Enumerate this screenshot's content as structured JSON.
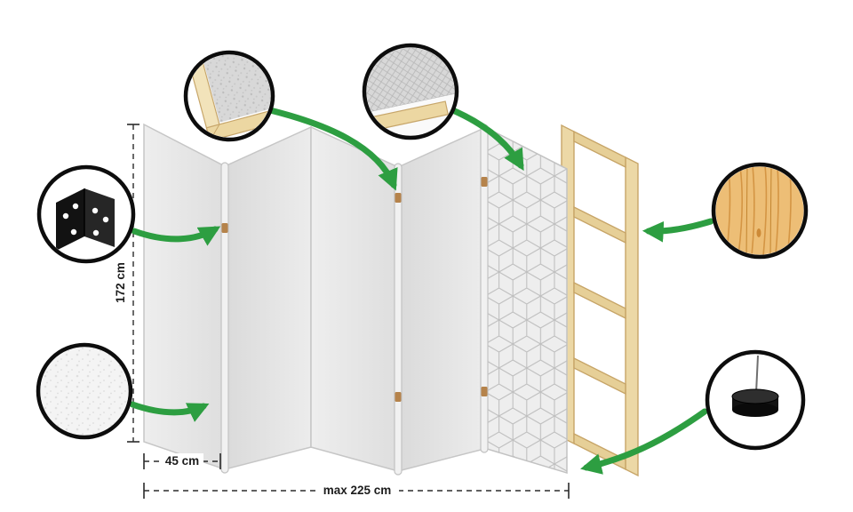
{
  "diagram": {
    "type": "room-divider-construction-diagram",
    "dimensions": {
      "height": "172 cm",
      "panel_width": "45 cm",
      "total_width": "max 225 cm"
    },
    "panels": {
      "count": 5,
      "plain_count": 4,
      "patterned_count": 1
    },
    "callouts": [
      {
        "icon": "hinge-icon"
      },
      {
        "icon": "frame-corner-icon"
      },
      {
        "icon": "fabric-corner-icon"
      },
      {
        "icon": "wood-texture-icon"
      },
      {
        "icon": "fabric-texture-icon"
      },
      {
        "icon": "stand-foot-icon"
      }
    ],
    "colors": {
      "arrow_green": "#2d9e41",
      "panel_gray": "#e8e8e8",
      "pattern_line": "#bfbfbf",
      "wood_frame": "#ecd8a6",
      "wood_texture": "#edbe76",
      "outline_black": "#0d0d0d"
    }
  }
}
